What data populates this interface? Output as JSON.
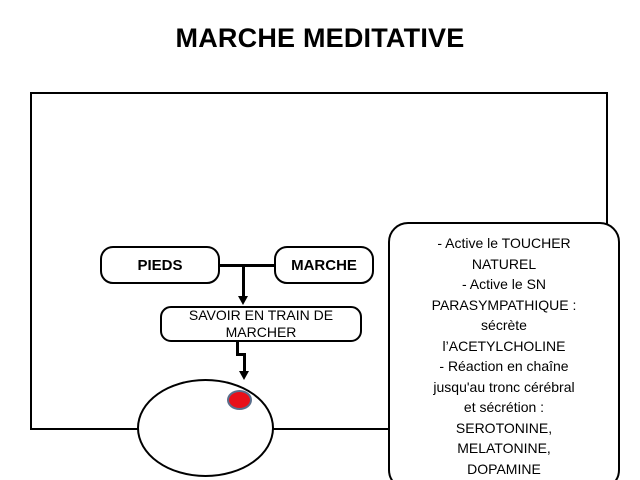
{
  "slide": {
    "title": "MARCHE MEDITATIVE",
    "background_color": "#ffffff",
    "frame_border_color": "#000000"
  },
  "diagram": {
    "boxes": [
      {
        "id": "pieds",
        "label": "PIEDS"
      },
      {
        "id": "marche",
        "label": "MARCHE"
      },
      {
        "id": "savoir",
        "label": "SAVOIR EN TRAIN DE MARCHER"
      }
    ],
    "note": {
      "text": "- Active le TOUCHER NATUREL\n- Active le SN PARASYMPATHIQUE : sécrète l’ACETYLCHOLINE\n- Réaction en chaîne jusqu'au tronc cérébral et sécrétion : SEROTONINE, MELATONINE, DOPAMINE",
      "lines": [
        "- Active le TOUCHER",
        "NATUREL",
        "- Active le SN",
        "PARASYMPATHIQUE :",
        "sécrète",
        "l’ACETYLCHOLINE",
        "- Réaction en chaîne",
        "jusqu'au tronc cérébral",
        "et sécrétion :",
        "SEROTONINE,",
        "MELATONINE,",
        "DOPAMINE"
      ]
    },
    "head": {
      "shape": "ellipse",
      "marker_color": "#e8101a",
      "marker_outline_color": "#5a6e8c"
    }
  }
}
